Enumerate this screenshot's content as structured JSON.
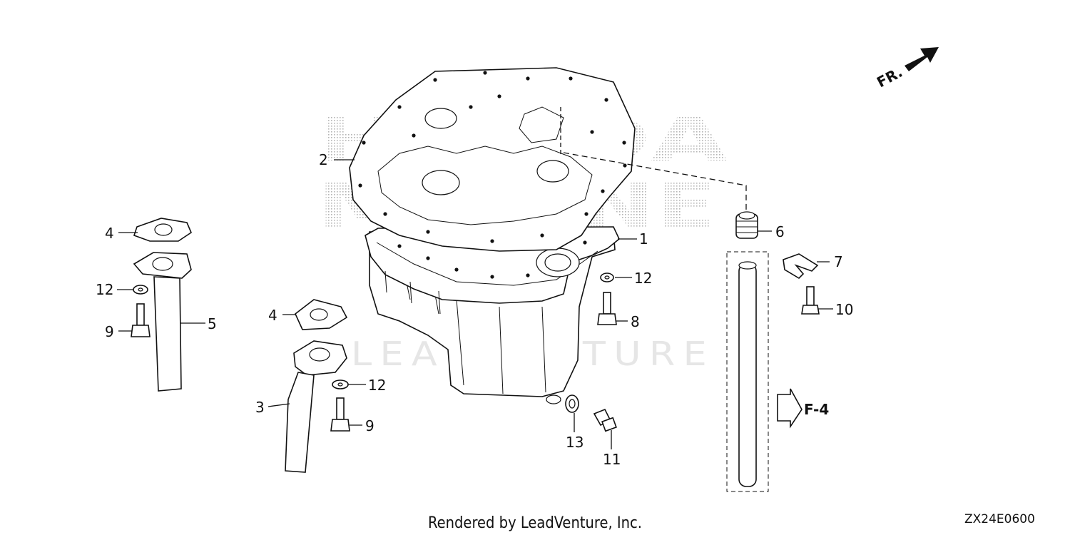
{
  "watermark": {
    "top_line": "HONDA",
    "bottom_line": "MARINE",
    "lead": "LEADVENTURE"
  },
  "direction_label": "FR.",
  "reference": {
    "label": "F-4"
  },
  "callouts": [
    {
      "id": "c1",
      "text": "1"
    },
    {
      "id": "c2",
      "text": "2"
    },
    {
      "id": "c3",
      "text": "3"
    },
    {
      "id": "c4a",
      "text": "4"
    },
    {
      "id": "c4b",
      "text": "4"
    },
    {
      "id": "c5",
      "text": "5"
    },
    {
      "id": "c6",
      "text": "6"
    },
    {
      "id": "c7",
      "text": "7"
    },
    {
      "id": "c8",
      "text": "8"
    },
    {
      "id": "c9a",
      "text": "9"
    },
    {
      "id": "c9b",
      "text": "9"
    },
    {
      "id": "c10",
      "text": "10"
    },
    {
      "id": "c11",
      "text": "11"
    },
    {
      "id": "c12a",
      "text": "12"
    },
    {
      "id": "c12b",
      "text": "12"
    },
    {
      "id": "c12c",
      "text": "12"
    },
    {
      "id": "c13",
      "text": "13"
    }
  ],
  "footer": {
    "rendered_by": "Rendered by LeadVenture, Inc.",
    "diagram_code": "ZX24E0600"
  }
}
